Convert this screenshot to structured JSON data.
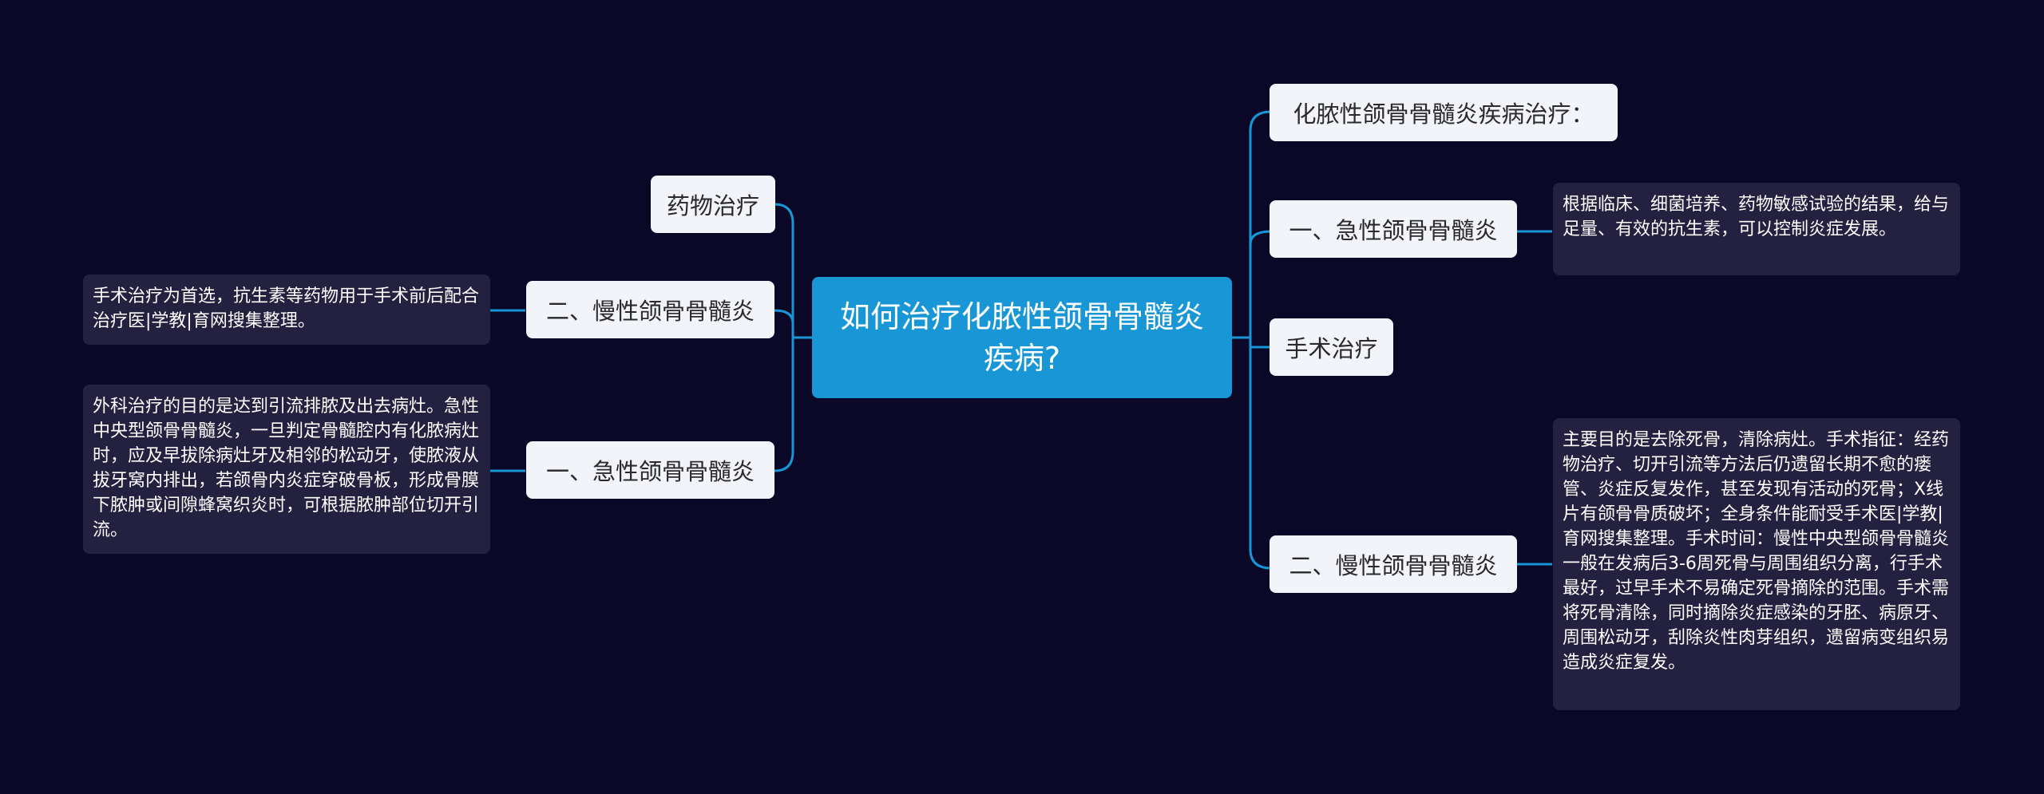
{
  "root": {
    "title": "如何治疗化脓性颌骨骨髓炎疾病?"
  },
  "right": {
    "heading": "化脓性颌骨骨髓炎疾病治疗：",
    "acute": {
      "label": "一、急性颌骨骨髓炎",
      "note": "根据临床、细菌培养、药物敏感试验的结果，给与足量、有效的抗生素，可以控制炎症发展。"
    },
    "surgery": {
      "label": "手术治疗"
    },
    "chronic": {
      "label": "二、慢性颌骨骨髓炎",
      "note": "主要目的是去除死骨，清除病灶。手术指征：经药物治疗、切开引流等方法后仍遗留长期不愈的瘘管、炎症反复发作，甚至发现有活动的死骨；X线片有颌骨骨质破坏；全身条件能耐受手术医|学教|育网搜集整理。手术时间：慢性中央型颌骨骨髓炎一般在发病后3-6周死骨与周围组织分离，行手术最好，过早手术不易确定死骨摘除的范围。手术需将死骨清除，同时摘除炎症感染的牙胚、病原牙、周围松动牙，刮除炎性肉芽组织，遗留病变组织易造成炎症复发。"
    }
  },
  "left": {
    "drug": {
      "label": "药物治疗"
    },
    "chronic": {
      "label": "二、慢性颌骨骨髓炎",
      "note": "手术治疗为首选，抗生素等药物用于手术前后配合治疗医|学教|育网搜集整理。"
    },
    "acute": {
      "label": "一、急性颌骨骨髓炎",
      "note": "外科治疗的目的是达到引流排脓及出去病灶。急性中央型颌骨骨髓炎，一旦判定骨髓腔内有化脓病灶时，应及早拔除病灶牙及相邻的松动牙，使脓液从拔牙窝内排出，若颌骨内炎症穿破骨板，形成骨膜下脓肿或间隙蜂窝织炎时，可根据脓肿部位切开引流。"
    }
  },
  "colors": {
    "background": "#0a0727",
    "root": "#1896d6",
    "branch": "#f2f4fa",
    "note": "#24203f",
    "edge": "#1896d6"
  }
}
